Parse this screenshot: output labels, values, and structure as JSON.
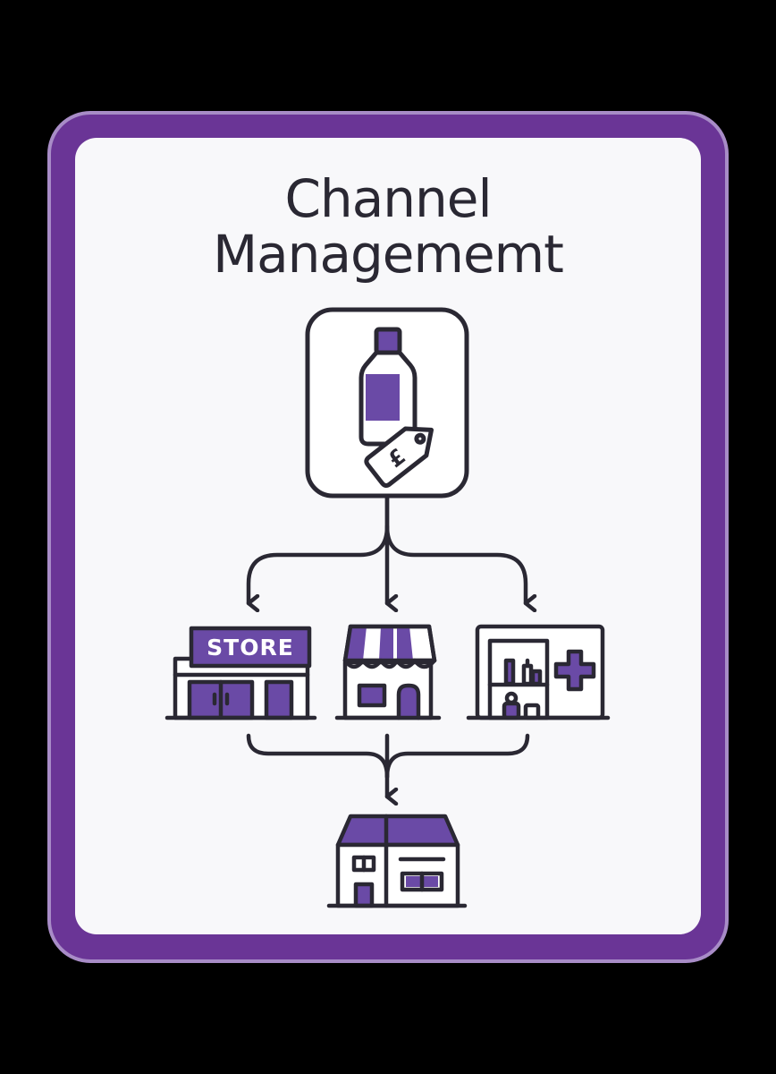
{
  "title": {
    "line1": "Channel",
    "line2": "Managememt"
  },
  "product_card": {
    "icon": "bottle-with-price-tag-icon",
    "tag_symbol": "£"
  },
  "channels": [
    {
      "icon": "supermarket-store-icon",
      "sign_text": "STORE"
    },
    {
      "icon": "shop-awning-icon"
    },
    {
      "icon": "pharmacy-icon"
    }
  ],
  "destination": {
    "icon": "warehouse-building-icon"
  },
  "colors": {
    "background": "#000000",
    "frame": "#6a3596",
    "frame_outline": "#a88cc7",
    "panel": "#f8f8fa",
    "ink": "#2a2833",
    "accent": "#6a4aa6"
  }
}
